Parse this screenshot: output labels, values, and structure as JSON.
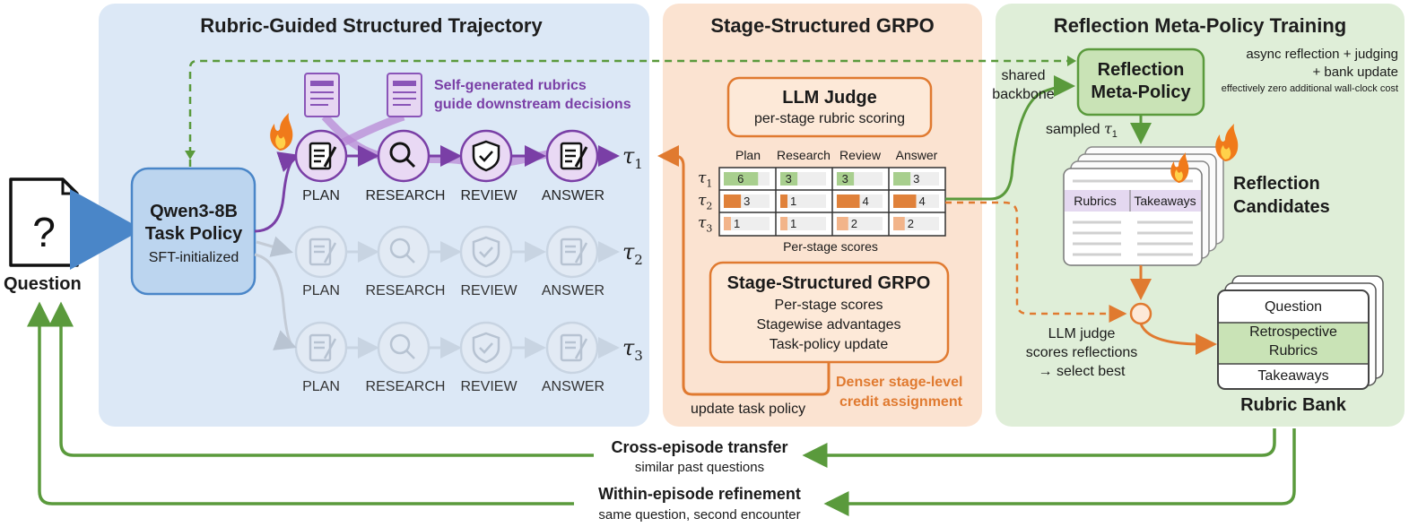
{
  "question": {
    "label": "Question"
  },
  "panels": {
    "trajectory": {
      "title": "Rubric-Guided Structured Trajectory"
    },
    "grpo": {
      "title": "Stage-Structured GRPO"
    },
    "reflection": {
      "title": "Reflection Meta-Policy Training"
    }
  },
  "task_policy": {
    "line1": "Qwen3-8B",
    "line2": "Task Policy",
    "line3": "SFT-initialized"
  },
  "rubrics_note": {
    "line1": "Self-generated rubrics",
    "line2": "guide downstream decisions"
  },
  "stages": [
    "PLAN",
    "RESEARCH",
    "REVIEW",
    "ANSWER"
  ],
  "trajectories": [
    {
      "symbol": "τ",
      "index": "1"
    },
    {
      "symbol": "τ",
      "index": "2"
    },
    {
      "symbol": "τ",
      "index": "3"
    }
  ],
  "llm_judge": {
    "title": "LLM Judge",
    "subtitle": "per-stage rubric scoring"
  },
  "score_table": {
    "headers": [
      "Plan",
      "Research",
      "Review",
      "Answer"
    ],
    "rows": [
      {
        "label": "τ",
        "index": "1",
        "scores": [
          6,
          3,
          3,
          3
        ]
      },
      {
        "label": "τ",
        "index": "2",
        "scores": [
          3,
          1,
          4,
          4
        ]
      },
      {
        "label": "τ",
        "index": "3",
        "scores": [
          1,
          1,
          2,
          2
        ]
      }
    ],
    "caption": "Per-stage scores"
  },
  "grpo_box": {
    "title": "Stage-Structured GRPO",
    "line1": "Per-stage scores",
    "line2": "Stagewise advantages",
    "line3": "Task-policy update"
  },
  "update_label": "update task policy",
  "credit": {
    "line1": "Denser stage-level",
    "line2": "credit assignment"
  },
  "shared_backbone": {
    "line1": "shared",
    "line2": "backbone"
  },
  "meta_policy": {
    "line1": "Reflection",
    "line2": "Meta-Policy"
  },
  "async_note": {
    "line1": "async reflection + judging",
    "line2": "+ bank update",
    "line3": "effectively zero additional wall-clock cost"
  },
  "sampled": {
    "text": "sampled",
    "symbol": "τ",
    "index": "1"
  },
  "candidates": {
    "col1": "Rubrics",
    "col2": "Takeaways",
    "label_line1": "Reflection",
    "label_line2": "Candidates"
  },
  "judge_select": {
    "line1": "LLM judge",
    "line2": "scores reflections",
    "line3": "→ select best"
  },
  "rubric_bank": {
    "row1": "Question",
    "row2a": "Retrospective",
    "row2b": "Rubrics",
    "row3": "Takeaways",
    "label": "Rubric Bank"
  },
  "cross_episode": {
    "title": "Cross-episode transfer",
    "subtitle": "similar past questions"
  },
  "within_episode": {
    "title": "Within-episode refinement",
    "subtitle": "same question, second encounter"
  },
  "colors": {
    "blue_panel": "#dce8f6",
    "orange_panel": "#fbe3d1",
    "green_panel": "#dfeed8",
    "purple": "#7a3fa6",
    "orange": "#e07a30",
    "green": "#5a9a3c",
    "blue_arrow": "#4a86c8"
  }
}
